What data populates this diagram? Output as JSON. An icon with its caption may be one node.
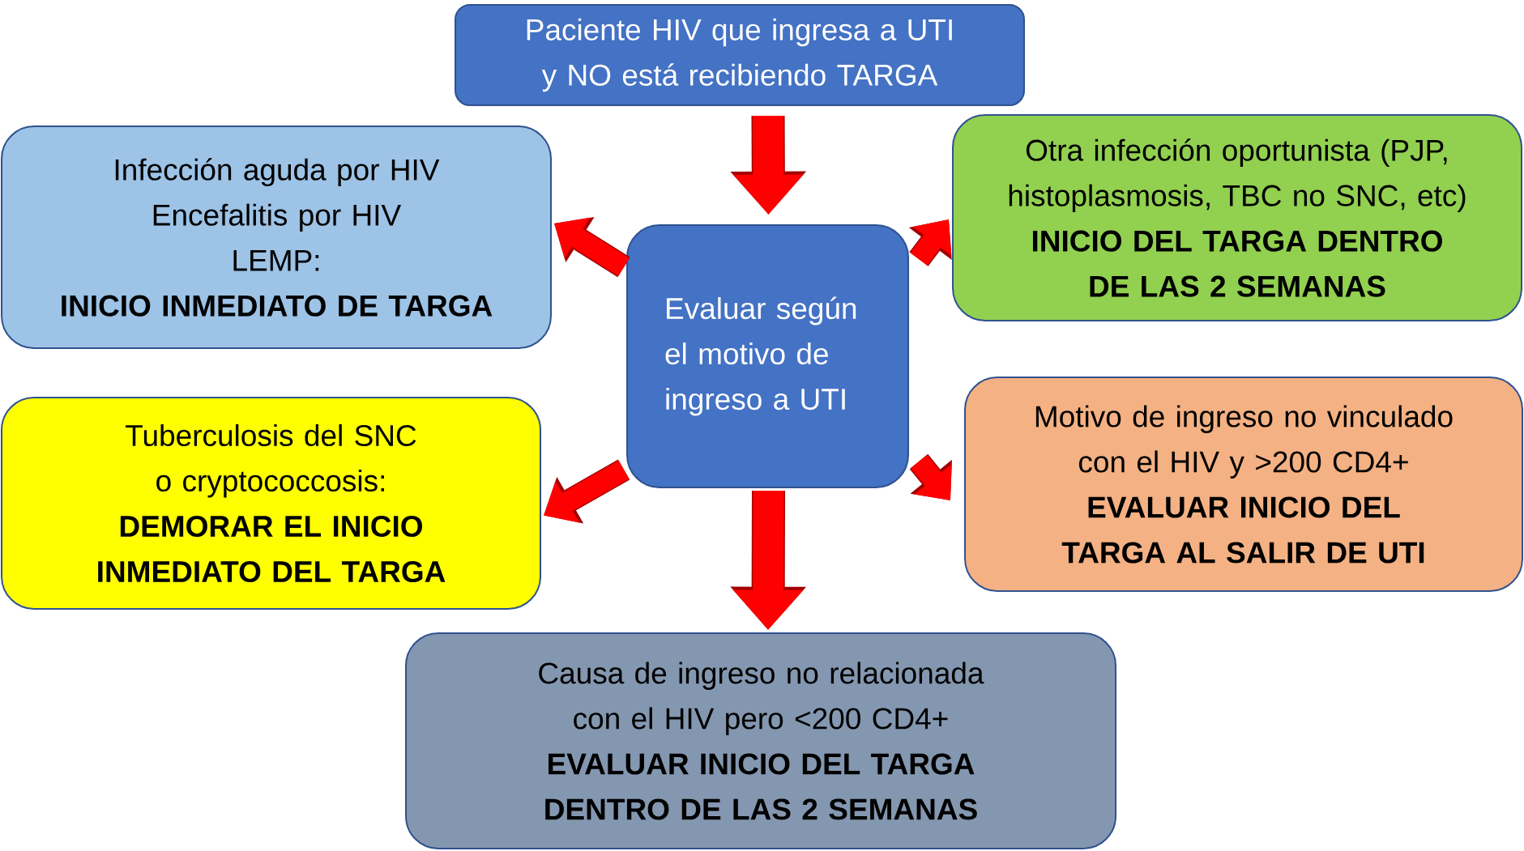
{
  "diagram": {
    "nodes": [
      {
        "text": [
          "Paciente HIV que ingresa a UTI y NO está recibiendo TARGA"
        ]
      },
      {
        "text": [
          "Evaluar según el motivo de ingreso a UTI"
        ]
      },
      {
        "text": [
          "Infección aguda por HIV",
          "Encefalitis por HIV",
          "LEMP:",
          "INICIO INMEDIATO DE TARGA"
        ]
      },
      {
        "text": [
          "Otra infección oportunista (PJP, histoplasmosis, TBC no SNC, etc)",
          "INICIO DEL TARGA DENTRO DE LAS 2 SEMANAS"
        ]
      },
      {
        "text": [
          "Tuberculosis del SNC o cryptococcosis:",
          "DEMORAR EL INICIO INMEDIATO DEL TARGA"
        ]
      },
      {
        "text": [
          "Motivo de ingreso no vinculado con el HIV y >200 CD4+",
          "EVALUAR INICIO DEL TARGA AL SALIR DE UTI"
        ]
      },
      {
        "text": [
          "Causa de ingreso no relacionada con el HIV pero <200 CD4+",
          "EVALUAR INICIO DEL TARGA DENTRO DE LAS 2 SEMANAS"
        ]
      }
    ],
    "edges": [
      {
        "from": 0,
        "to": 1,
        "arrow": "to"
      },
      {
        "from": 1,
        "to": 2,
        "arrow": "to"
      },
      {
        "from": 1,
        "to": 3,
        "arrow": "to"
      },
      {
        "from": 1,
        "to": 4,
        "arrow": "to"
      },
      {
        "from": 1,
        "to": 5,
        "arrow": "to"
      },
      {
        "from": 1,
        "to": 6,
        "arrow": "to"
      }
    ]
  }
}
